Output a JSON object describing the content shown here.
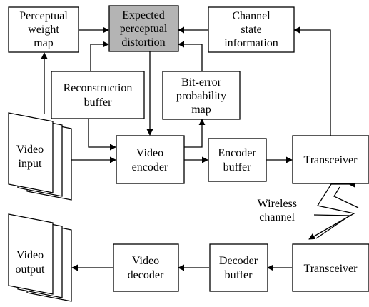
{
  "blocks": {
    "perceptual_weight_map": [
      "Perceptual",
      "weight",
      "map"
    ],
    "expected_perceptual_distortion": [
      "Expected",
      "perceptual",
      "distortion"
    ],
    "channel_state_information": [
      "Channel",
      "state",
      "information"
    ],
    "reconstruction_buffer": [
      "Reconstruction",
      "buffer"
    ],
    "bit_error_probability_map": [
      "Bit-error",
      "probability",
      "map"
    ],
    "video_input": [
      "Video",
      "input"
    ],
    "video_encoder": [
      "Video",
      "encoder"
    ],
    "encoder_buffer": [
      "Encoder",
      "buffer"
    ],
    "transceiver_top": [
      "Transceiver"
    ],
    "wireless_channel": [
      "Wireless",
      "channel"
    ],
    "video_output": [
      "Video",
      "output"
    ],
    "video_decoder": [
      "Video",
      "decoder"
    ],
    "decoder_buffer": [
      "Decoder",
      "buffer"
    ],
    "transceiver_bottom": [
      "Transceiver"
    ]
  },
  "colors": {
    "highlight_fill": "#b4b4b4",
    "stroke": "#000000",
    "background": "#ffffff"
  }
}
